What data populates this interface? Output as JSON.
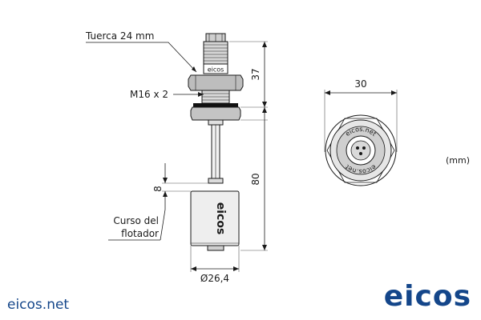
{
  "labels": {
    "nut": "Tuerca 24 mm",
    "thread": "M16 x 2",
    "stroke_line1": "Curso del",
    "stroke_line2": "flotador"
  },
  "dimensions": {
    "top_height": "37",
    "stem_length": "80",
    "float_stroke": "8",
    "float_diameter": "Ø26,4",
    "top_view_diameter": "30"
  },
  "units": "(mm)",
  "part_markings": {
    "hex_nut": "eicos",
    "float": "eicos",
    "top_view_ring_upper": "eicos.net",
    "top_view_ring_lower": "eicos.net"
  },
  "footer": {
    "website": "eicos.net",
    "logo": "eicos"
  },
  "colors": {
    "brand": "#14468a",
    "line": "#1a1a1a"
  }
}
